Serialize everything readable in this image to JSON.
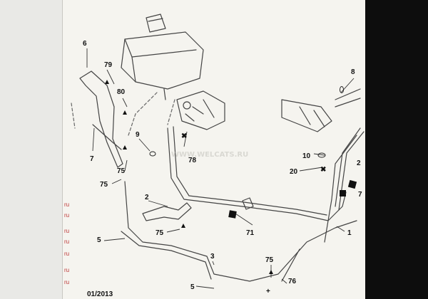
{
  "watermark": "WWW.WELCATS.RU",
  "date_fragment": "01/2013",
  "callouts": {
    "c6": "6",
    "c79": "79",
    "c80": "80",
    "c7": "7",
    "c75a": "75",
    "c75b": "75",
    "c9": "9",
    "c78": "78",
    "c2a": "2",
    "c75c": "75",
    "c71": "71",
    "c5a": "5",
    "c3": "3",
    "c75d": "75",
    "c76": "76",
    "c5b": "5",
    "c8": "8",
    "c10": "10",
    "c20": "20",
    "c2b": "2",
    "c7b": "7",
    "c1": "1"
  },
  "left_tags": [
    "ru",
    "ru",
    "ru",
    "ru",
    "ru",
    "ru",
    "ru"
  ],
  "colors": {
    "paper": "#f5f4ef",
    "ink": "#1a1a1a",
    "line": "#444444",
    "accent_tag": "#b33333"
  }
}
